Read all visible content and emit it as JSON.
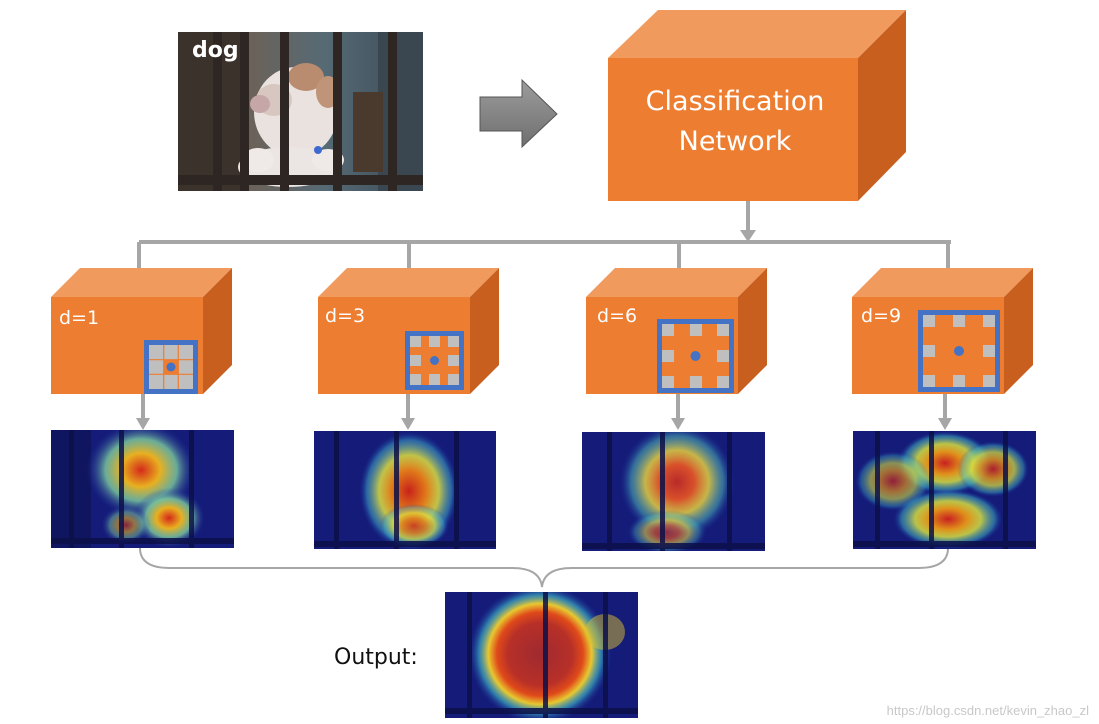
{
  "input": {
    "label": "dog"
  },
  "network": {
    "line1": "Classification",
    "line2": "Network"
  },
  "branches": [
    {
      "label": "d=1"
    },
    {
      "label": "d=3"
    },
    {
      "label": "d=6"
    },
    {
      "label": "d=9"
    }
  ],
  "output": {
    "label": "Output:"
  },
  "watermark": "https://blog.csdn.net/kevin_zhao_zl",
  "colors": {
    "box_front": "#ED7D31",
    "box_top": "#F19A5E",
    "box_side": "#C85F1F",
    "kernel_border": "#4472C4",
    "connector": "#A6A6A6"
  }
}
